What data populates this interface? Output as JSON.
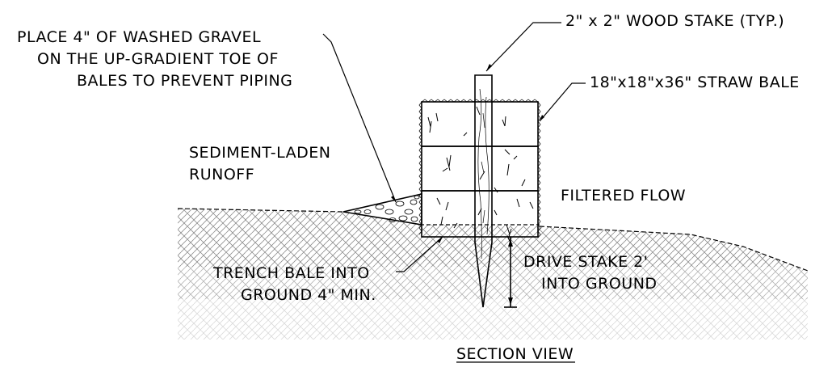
{
  "labels": {
    "gravel_line1": "PLACE 4\" OF WASHED GRAVEL",
    "gravel_line2": "ON THE UP-GRADIENT TOE OF",
    "gravel_line3": "BALES TO PREVENT PIPING",
    "stake": "2\" x 2\" WOOD STAKE (TYP.)",
    "bale": "18\"x18\"x36\" STRAW BALE",
    "sediment_line1": "SEDIMENT-LADEN",
    "sediment_line2": "RUNOFF",
    "filtered": "FILTERED FLOW",
    "trench_line1": "TRENCH BALE INTO",
    "trench_line2": "GROUND 4\" MIN.",
    "drive_line1": "DRIVE STAKE 2'",
    "drive_line2": "INTO GROUND",
    "section_title": "SECTION VIEW"
  },
  "colors": {
    "line": "#000000",
    "hatch": "#8a8a8a",
    "background": "#ffffff"
  }
}
